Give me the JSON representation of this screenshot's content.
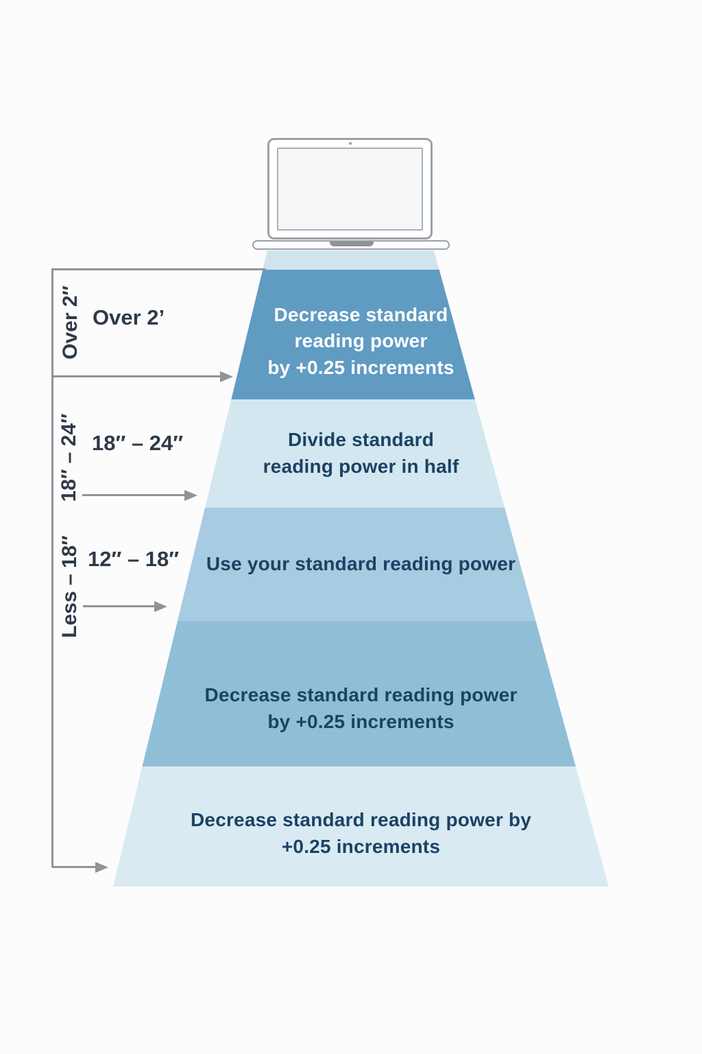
{
  "diagram": {
    "background_color": "#fcfcfd",
    "guide_line_color": "#8e9499",
    "distance_label_color": "#2f3a48"
  },
  "laptop": {
    "description": "laptop-line-illustration"
  },
  "funnel": {
    "bands": [
      {
        "name": "screen-beam",
        "text": "",
        "color": "#d0e4ee",
        "text_color": "#1c4263"
      },
      {
        "name": "over-2-feet",
        "text": "Decrease standard\nreading power\nby +0.25 increments",
        "color": "#609bc2",
        "text_color": "#ffffff"
      },
      {
        "name": "18-to-24-inches",
        "text": "Divide standard\nreading power in half",
        "color": "#d3e7f0",
        "text_color": "#1c4263"
      },
      {
        "name": "12-to-18-inches",
        "text": "Use your standard reading power",
        "color": "#a7cbe1",
        "text_color": "#1c4263"
      },
      {
        "name": "band-four",
        "text": "Decrease standard reading power\nby +0.25 increments",
        "color": "#91bed7",
        "text_color": "#1c4263"
      },
      {
        "name": "band-five",
        "text": "Decrease standard reading power by\n+0.25 increments",
        "color": "#d9eaf3",
        "text_color": "#1c4263"
      }
    ]
  },
  "distance_labels": [
    {
      "vertical": "Over 2″",
      "horizontal": "Over 2’"
    },
    {
      "vertical": "18″ – 24″",
      "horizontal": "18″ – 24″"
    },
    {
      "vertical": "Less – 18″",
      "horizontal": "12″ – 18″"
    }
  ]
}
